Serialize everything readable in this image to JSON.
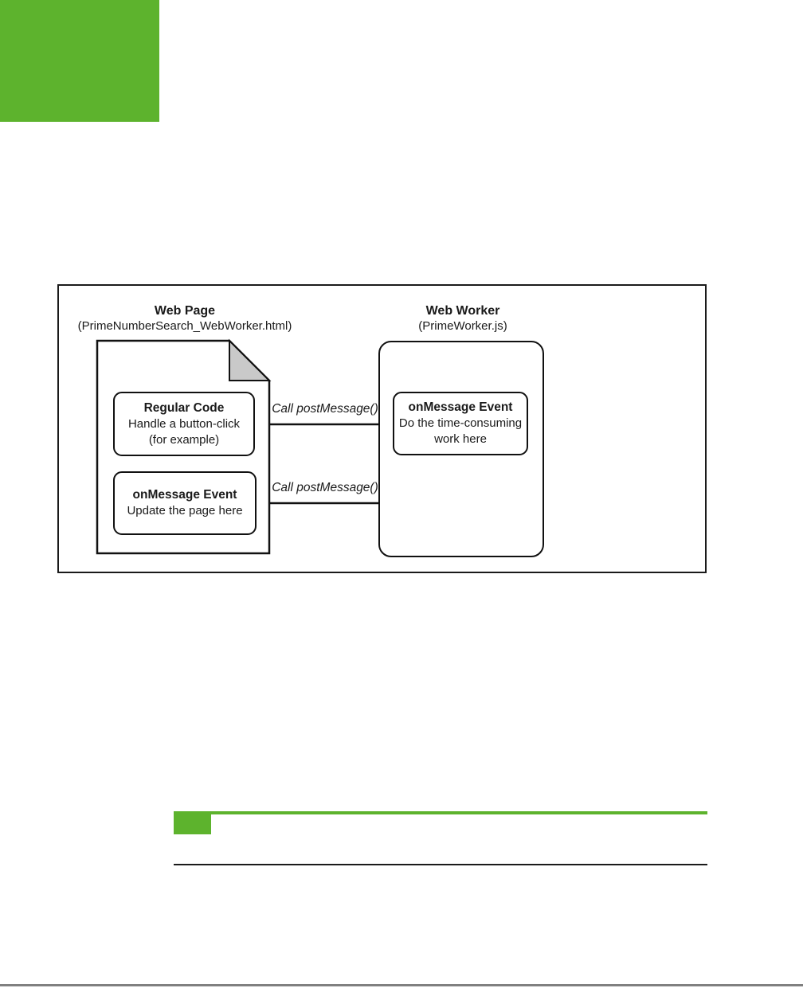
{
  "page": {
    "kind": "book-page-with-figure",
    "colors": {
      "accent_green": "#5db32d",
      "fold_gray": "#c9c9c9",
      "diagram_line": "#111111",
      "footnote_rule": "#1a1a1a",
      "page_bottom_rule_gray": "#808080"
    }
  },
  "figure": {
    "columns": [
      {
        "title": "Web Page",
        "subtitle": "(PrimeNumberSearch_WebWorker.html)"
      },
      {
        "title": "Web Worker",
        "subtitle": "(PrimeWorker.js)"
      }
    ],
    "boxes": {
      "regular_code": {
        "title": "Regular Code",
        "lines": [
          "Handle a button-click",
          "(for example)"
        ]
      },
      "page_onmessage": {
        "title": "onMessage Event",
        "lines": [
          "Update the page here"
        ]
      },
      "worker_onmessage": {
        "title": "onMessage Event",
        "lines": [
          "Do the time-consuming",
          "work here"
        ]
      }
    },
    "arrows": {
      "to_worker_label": "Call postMessage()",
      "to_page_label": "Call postMessage()"
    }
  }
}
